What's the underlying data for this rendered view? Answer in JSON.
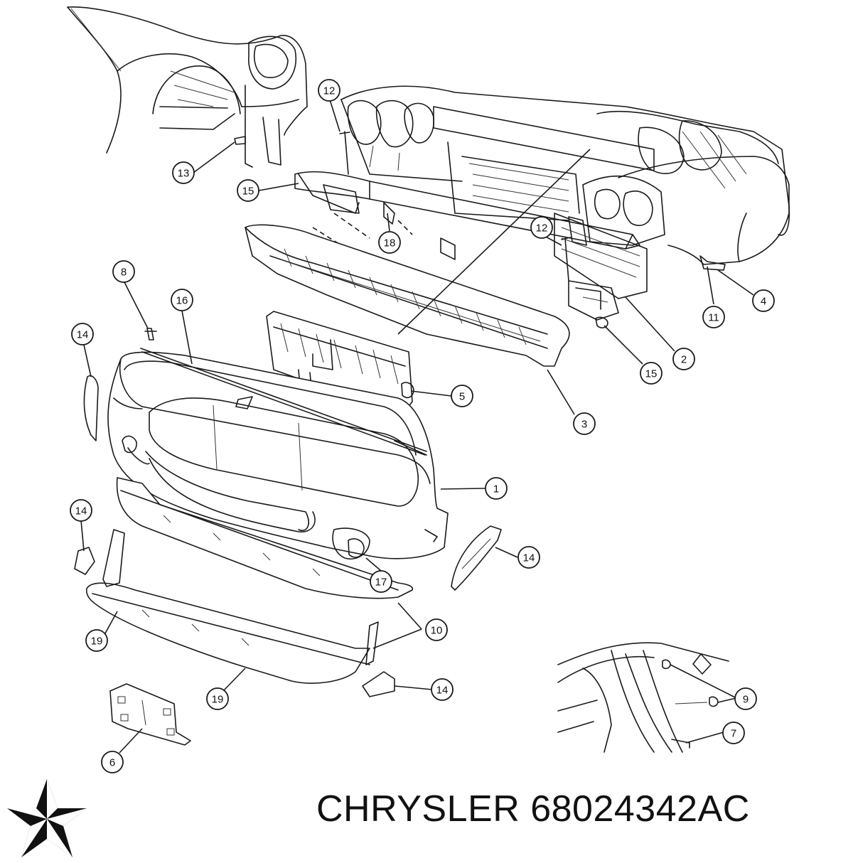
{
  "brand": {
    "name": "CHRYSLER",
    "part_number": "68024342AC",
    "logo": "chrysler-pentastar-logo"
  },
  "callouts": [
    {
      "id": "c1",
      "label": "1"
    },
    {
      "id": "c2",
      "label": "2"
    },
    {
      "id": "c3",
      "label": "3"
    },
    {
      "id": "c4",
      "label": "4"
    },
    {
      "id": "c5",
      "label": "5"
    },
    {
      "id": "c6",
      "label": "6"
    },
    {
      "id": "c7",
      "label": "7"
    },
    {
      "id": "c8",
      "label": "8"
    },
    {
      "id": "c9",
      "label": "9"
    },
    {
      "id": "c10",
      "label": "10"
    },
    {
      "id": "c11",
      "label": "11"
    },
    {
      "id": "c12a",
      "label": "12"
    },
    {
      "id": "c12b",
      "label": "12"
    },
    {
      "id": "c13",
      "label": "13"
    },
    {
      "id": "c14a",
      "label": "14"
    },
    {
      "id": "c14b",
      "label": "14"
    },
    {
      "id": "c14c",
      "label": "14"
    },
    {
      "id": "c14d",
      "label": "14"
    },
    {
      "id": "c15a",
      "label": "15"
    },
    {
      "id": "c15b",
      "label": "15"
    },
    {
      "id": "c16",
      "label": "16"
    },
    {
      "id": "c17",
      "label": "17"
    },
    {
      "id": "c18",
      "label": "18"
    },
    {
      "id": "c19a",
      "label": "19"
    },
    {
      "id": "c19b",
      "label": "19"
    }
  ]
}
